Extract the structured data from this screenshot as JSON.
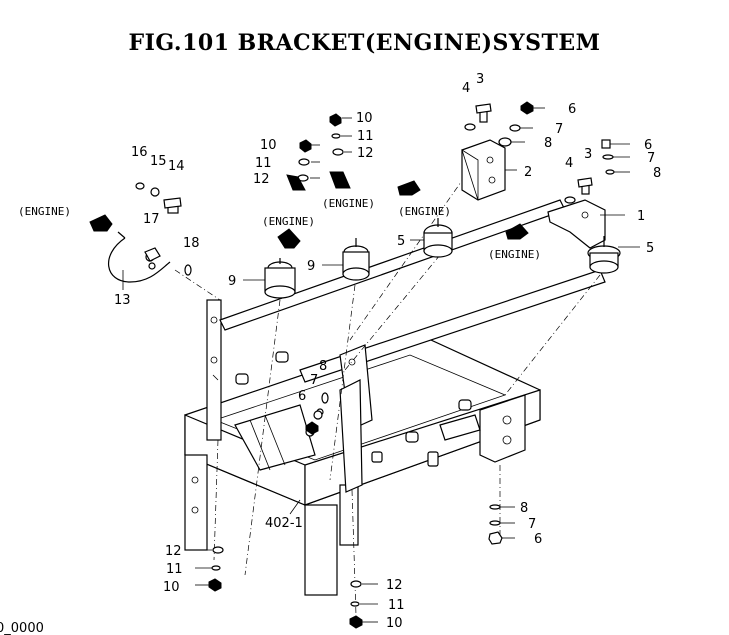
{
  "title": "FIG.101  BRACKET(ENGINE)SYSTEM",
  "engine_label": "(ENGINE)",
  "footer_fragment": "0_0000",
  "callouts": {
    "c1": "1",
    "c2": "2",
    "c3a": "3",
    "c3b": "3",
    "c4a": "4",
    "c4b": "4",
    "c5a": "5",
    "c5b": "5",
    "c6a": "6",
    "c6b": "6",
    "c6c": "6",
    "c6d": "6",
    "c7a": "7",
    "c7b": "7",
    "c7c": "7",
    "c7d": "7",
    "c8a": "8",
    "c8b": "8",
    "c8c": "8",
    "c8d": "8",
    "c9a": "9",
    "c9b": "9",
    "c10a": "10",
    "c10b": "10",
    "c10c": "10",
    "c10d": "10",
    "c11a": "11",
    "c11b": "11",
    "c11c": "11",
    "c11d": "11",
    "c12a": "12",
    "c12b": "12",
    "c12c": "12",
    "c12d": "12",
    "c13": "13",
    "c14": "14",
    "c15": "15",
    "c16": "16",
    "c17": "17",
    "c18": "18",
    "c402": "402-1"
  }
}
